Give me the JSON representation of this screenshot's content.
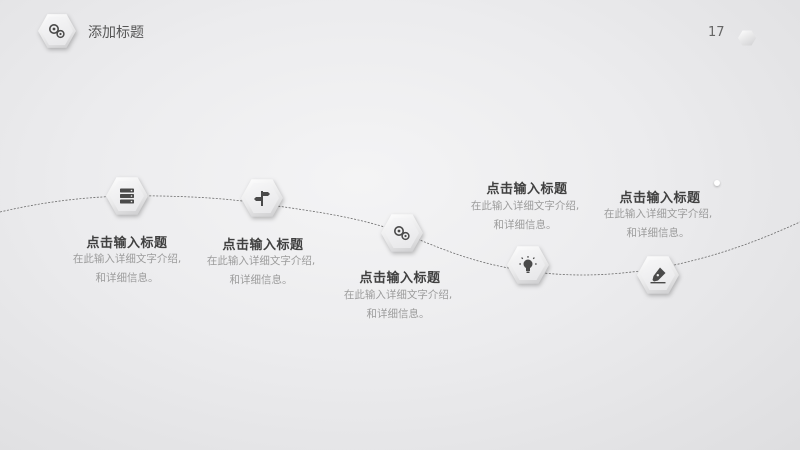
{
  "header": {
    "title": "添加标题",
    "page_number": "17",
    "icon": "gears-icon"
  },
  "nodes": [
    {
      "icon": "server-icon",
      "title": "点击输入标题",
      "desc_line1": "在此输入详细文字介绍,",
      "desc_line2": "和详细信息。"
    },
    {
      "icon": "signpost-icon",
      "title": "点击输入标题",
      "desc_line1": "在此输入详细文字介绍,",
      "desc_line2": "和详细信息。"
    },
    {
      "icon": "gears-icon",
      "title": "点击输入标题",
      "desc_line1": "在此输入详细文字介绍,",
      "desc_line2": "和详细信息。"
    },
    {
      "icon": "lightbulb-icon",
      "title": "点击输入标题",
      "desc_line1": "在此输入详细文字介绍,",
      "desc_line2": "和详细信息。"
    },
    {
      "icon": "pen-nib-icon",
      "title": "点击输入标题",
      "desc_line1": "在此输入详细文字介绍,",
      "desc_line2": "和详细信息。"
    }
  ],
  "colors": {
    "icon": "#4a4a4a",
    "title_text": "#404040",
    "desc_text": "#9c9c9c",
    "curve": "#6b6b6b"
  }
}
